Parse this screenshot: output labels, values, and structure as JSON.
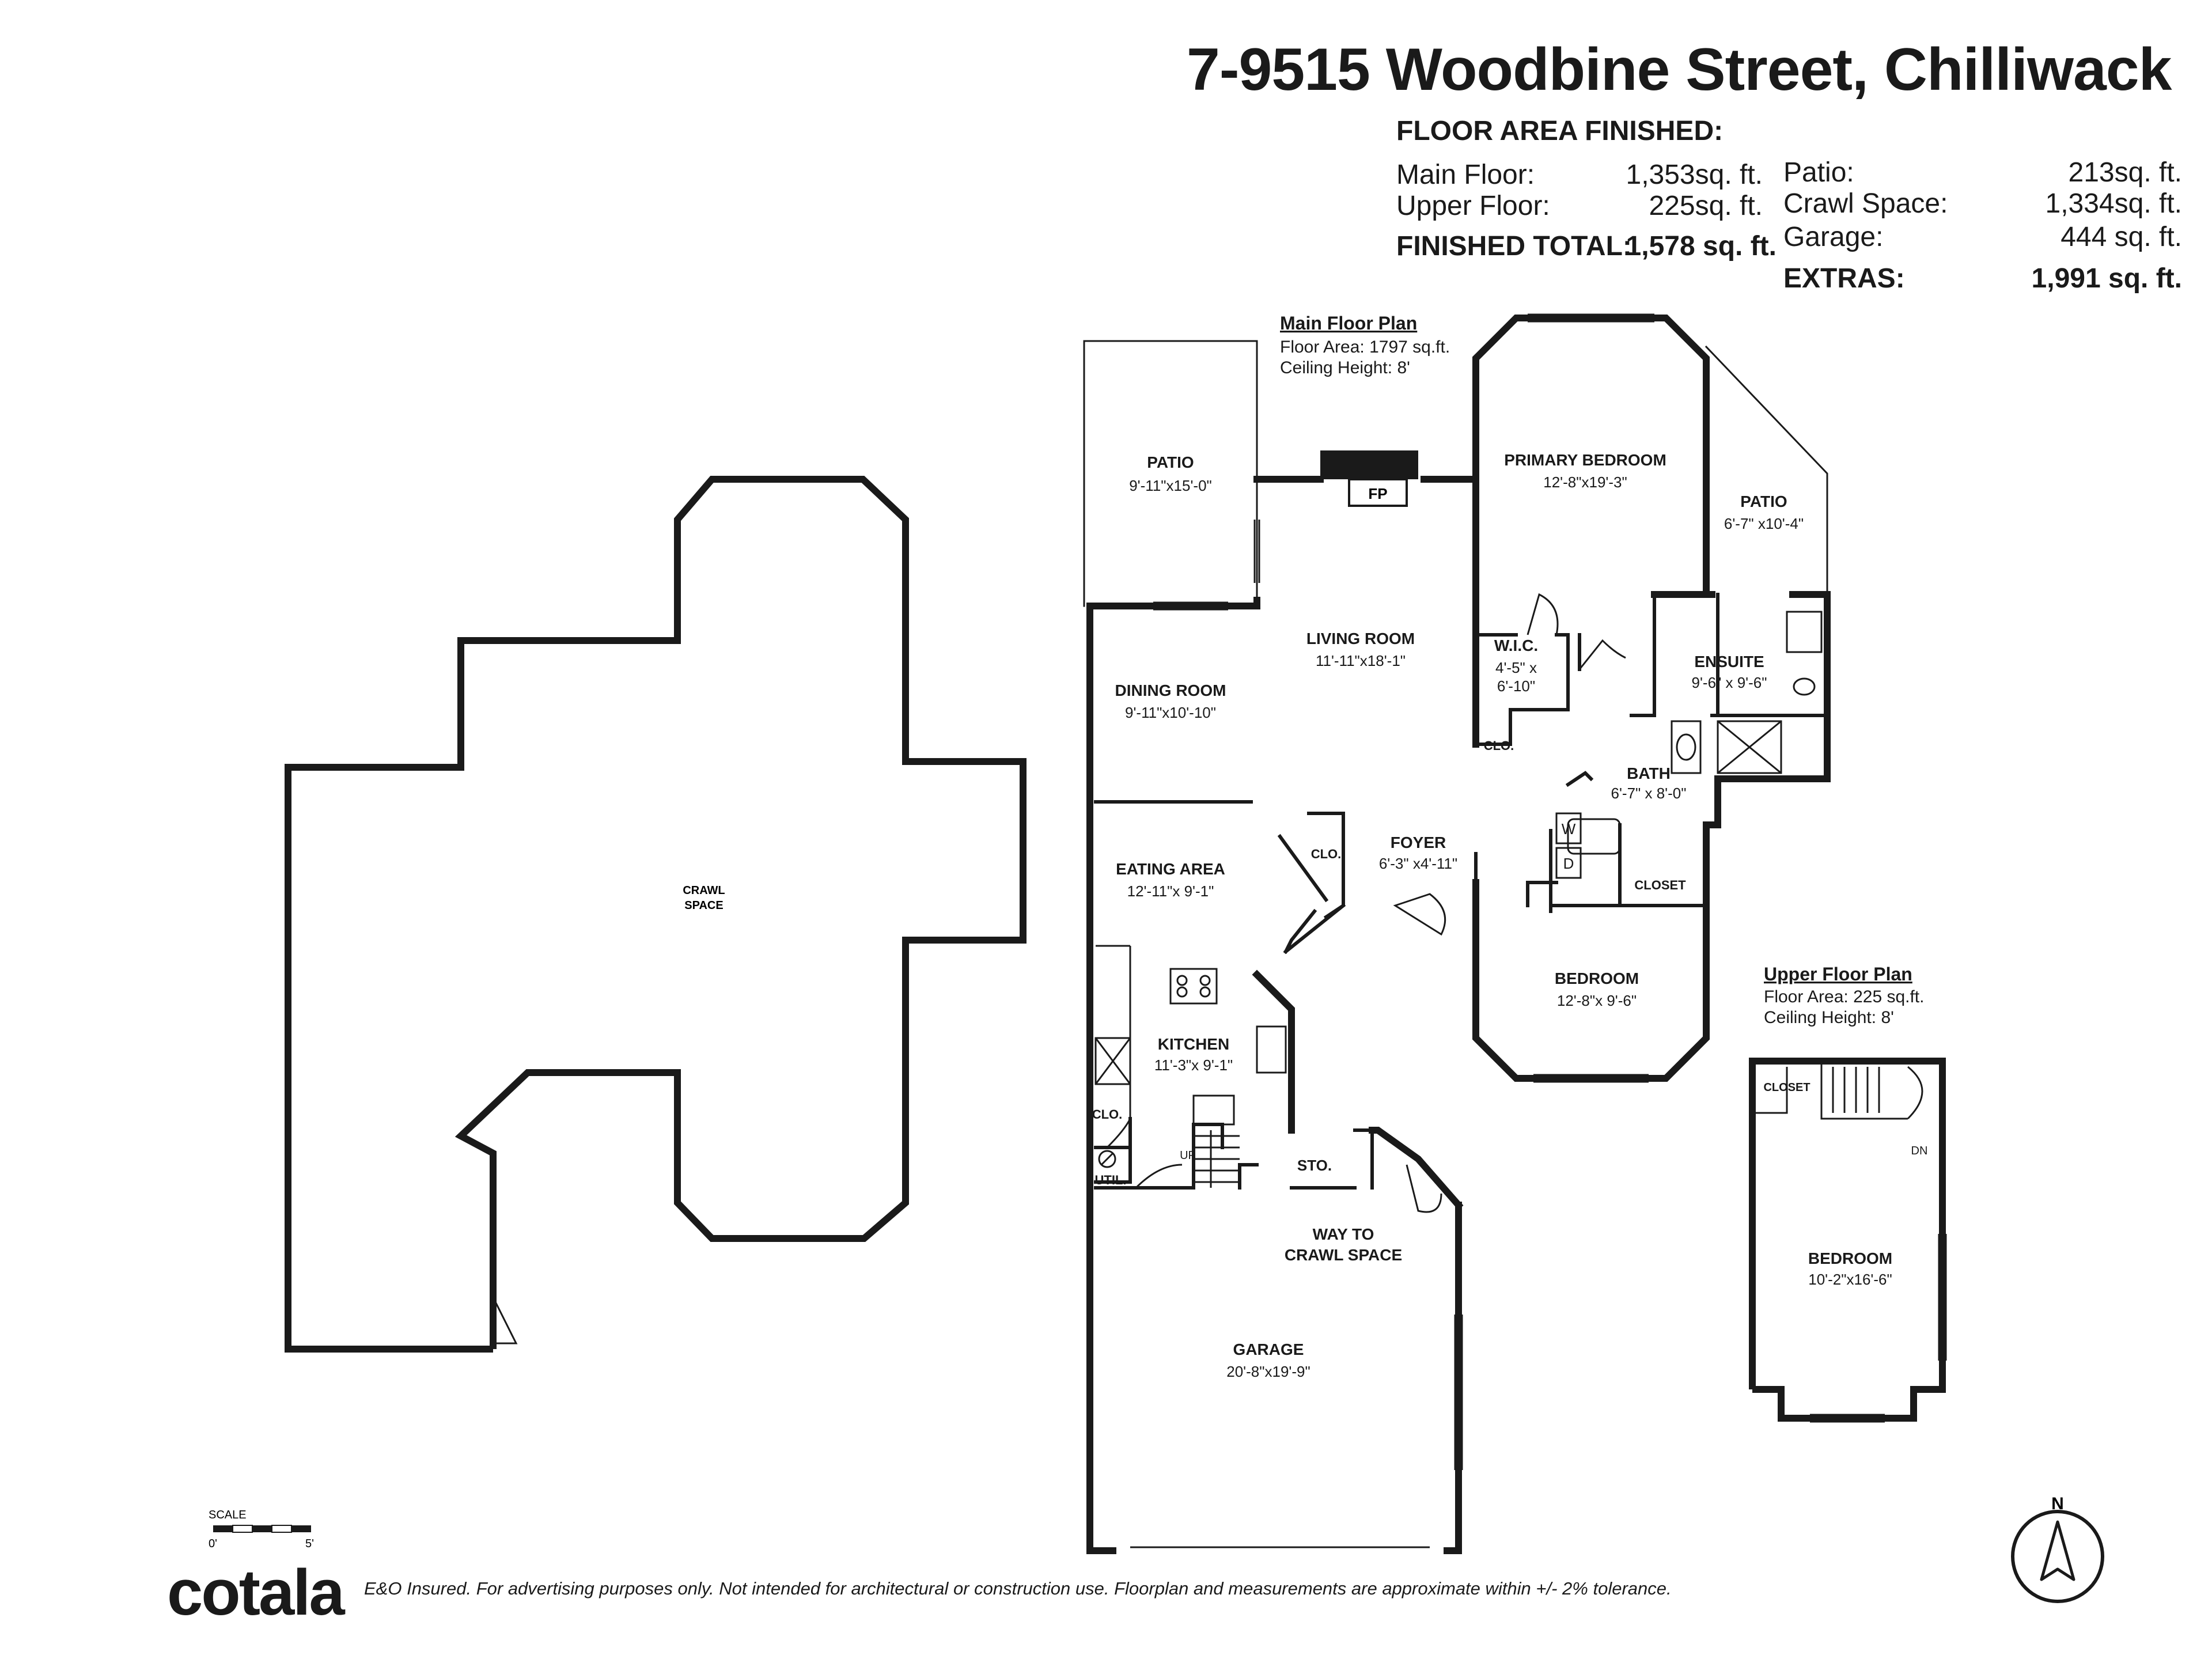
{
  "header": {
    "title": "7-9515 Woodbine Street, Chilliwack",
    "floor_area_heading": "FLOOR AREA FINISHED:",
    "main_floor_label": "Main Floor:",
    "main_floor_value": "1,353sq. ft.",
    "upper_floor_label": "Upper Floor:",
    "upper_floor_value": "225sq. ft.",
    "finished_total_label": "FINISHED TOTAL:",
    "finished_total_value": "1,578 sq. ft.",
    "patio_label": "Patio:",
    "patio_value": "213sq. ft.",
    "crawl_label": "Crawl Space:",
    "crawl_value": "1,334sq. ft.",
    "garage_label": "Garage:",
    "garage_value": "444 sq. ft.",
    "extras_label": "EXTRAS:",
    "extras_value": "1,991 sq. ft."
  },
  "main_floor": {
    "heading": "Main Floor Plan",
    "area": "Floor Area: 1797 sq.ft.",
    "ceiling": "Ceiling Height: 8'"
  },
  "upper_floor": {
    "heading": "Upper Floor Plan",
    "area": "Floor Area: 225 sq.ft.",
    "ceiling": "Ceiling Height: 8'"
  },
  "rooms": {
    "patio_left": {
      "name": "PATIO",
      "dim": "9'-11\"x15'-0\""
    },
    "fp": "FP",
    "primary_bedroom": {
      "name": "PRIMARY BEDROOM",
      "dim": "12'-8\"x19'-3\""
    },
    "patio_right": {
      "name": "PATIO",
      "dim": "6'-7\" x10'-4\""
    },
    "living_room": {
      "name": "LIVING ROOM",
      "dim": "11'-11\"x18'-1\""
    },
    "dining_room": {
      "name": "DINING ROOM",
      "dim": "9'-11\"x10'-10\""
    },
    "wic": {
      "name": "W.I.C.",
      "dim1": "4'-5\" x",
      "dim2": "6'-10\""
    },
    "ensuite": {
      "name": "ENSUITE",
      "dim": "9'-6\" x 9'-6\""
    },
    "clo_hall": "CLO.",
    "bath": {
      "name": "BATH",
      "dim": "6'-7\" x 8'-0\""
    },
    "foyer": {
      "name": "FOYER",
      "dim": "6'-3\" x4'-11\""
    },
    "clo_foyer": "CLO.",
    "eating_area": {
      "name": "EATING AREA",
      "dim": "12'-11\"x 9'-1\""
    },
    "washer": "W",
    "dryer": "D",
    "closet": "CLOSET",
    "bedroom_main": {
      "name": "BEDROOM",
      "dim": "12'-8\"x 9'-6\""
    },
    "kitchen": {
      "name": "KITCHEN",
      "dim": "11'-3\"x 9'-1\""
    },
    "clo_kitchen": "CLO.",
    "util": "UTIL.",
    "up": "UP",
    "sto": "STO.",
    "way_line1": "WAY TO",
    "way_line2": "CRAWL SPACE",
    "garage": {
      "name": "GARAGE",
      "dim": "20'-8\"x19'-9\""
    },
    "crawl_line1": "CRAWL",
    "crawl_line2": "SPACE",
    "upper_closet": "CLOSET",
    "dn": "DN",
    "bedroom_upper": {
      "name": "BEDROOM",
      "dim": "10'-2\"x16'-6\""
    }
  },
  "scale": {
    "label": "SCALE",
    "start": "0'",
    "end": "5'"
  },
  "compass": {
    "north": "N"
  },
  "footer": {
    "logo": "cotala",
    "disclaimer": "E&O Insured. For advertising purposes only. Not intended for architectural or construction use. Floorplan and measurements are approximate within +/- 2% tolerance."
  },
  "colors": {
    "wall": "#1a1a1a",
    "text": "#1a1a1a",
    "background": "#ffffff"
  }
}
